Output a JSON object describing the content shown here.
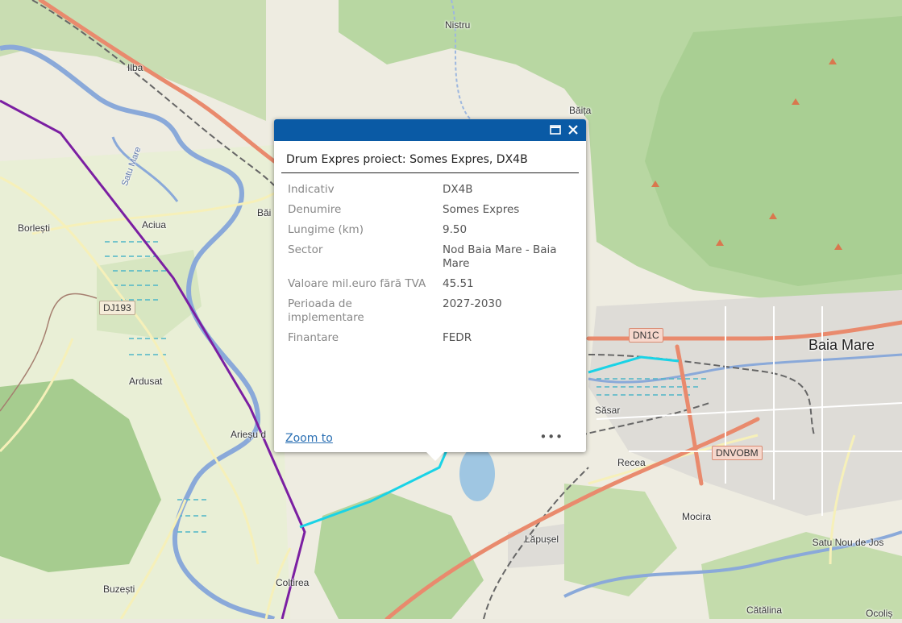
{
  "map": {
    "labels": [
      {
        "id": "nistru",
        "text": "Nistru"
      },
      {
        "id": "ilba",
        "text": "Ilba"
      },
      {
        "id": "baita",
        "text": "Băița"
      },
      {
        "id": "satu-mare",
        "text": "Satu Mare"
      },
      {
        "id": "borlesti",
        "text": "Borlești"
      },
      {
        "id": "aciua",
        "text": "Aciua"
      },
      {
        "id": "ba",
        "text": "Băi"
      },
      {
        "id": "ardusat",
        "text": "Ardusat"
      },
      {
        "id": "ariesu",
        "text": "Arieșu d"
      },
      {
        "id": "baia-mare",
        "text": "Baia Mare"
      },
      {
        "id": "sasar",
        "text": "Săsar"
      },
      {
        "id": "recea",
        "text": "Recea"
      },
      {
        "id": "mocira",
        "text": "Mocira"
      },
      {
        "id": "lapusel",
        "text": "Lăpușel"
      },
      {
        "id": "satu-nou",
        "text": "Satu Nou de Jos"
      },
      {
        "id": "buzesti",
        "text": "Buzești"
      },
      {
        "id": "coltirea",
        "text": "Coltirea"
      },
      {
        "id": "catalina",
        "text": "Cătălina"
      },
      {
        "id": "ocolis",
        "text": "Ocoliș"
      }
    ],
    "shields": [
      {
        "id": "dj193",
        "text": "DJ193"
      },
      {
        "id": "dn1c",
        "text": "DN1C"
      },
      {
        "id": "dnvobm",
        "text": "DNVOBM"
      }
    ],
    "colors": {
      "highlight_route": "#1ad3e6",
      "boundary": "#7b1fa2",
      "national_road": "#e98a6d",
      "river": "#7e9ed3",
      "forest": "#b8d7a2"
    }
  },
  "popup": {
    "header_color": "#0a5aa5",
    "maximize_icon": "maximize-icon",
    "close_icon": "close-icon",
    "title": "Drum Expres proiect: Somes Expres, DX4B",
    "rows": [
      {
        "key": "Indicativ",
        "value": "DX4B"
      },
      {
        "key": "Denumire",
        "value": "Somes Expres"
      },
      {
        "key": "Lungime (km)",
        "value": "9.50"
      },
      {
        "key": "Sector",
        "value": "Nod Baia Mare - Baia Mare"
      },
      {
        "key": "Valoare mil.euro fără TVA",
        "value": "45.51"
      },
      {
        "key": "Perioada de implementare",
        "value": "2027-2030"
      },
      {
        "key": "Finantare",
        "value": "FEDR"
      }
    ],
    "zoom_label": "Zoom to",
    "more_label": "•••"
  }
}
